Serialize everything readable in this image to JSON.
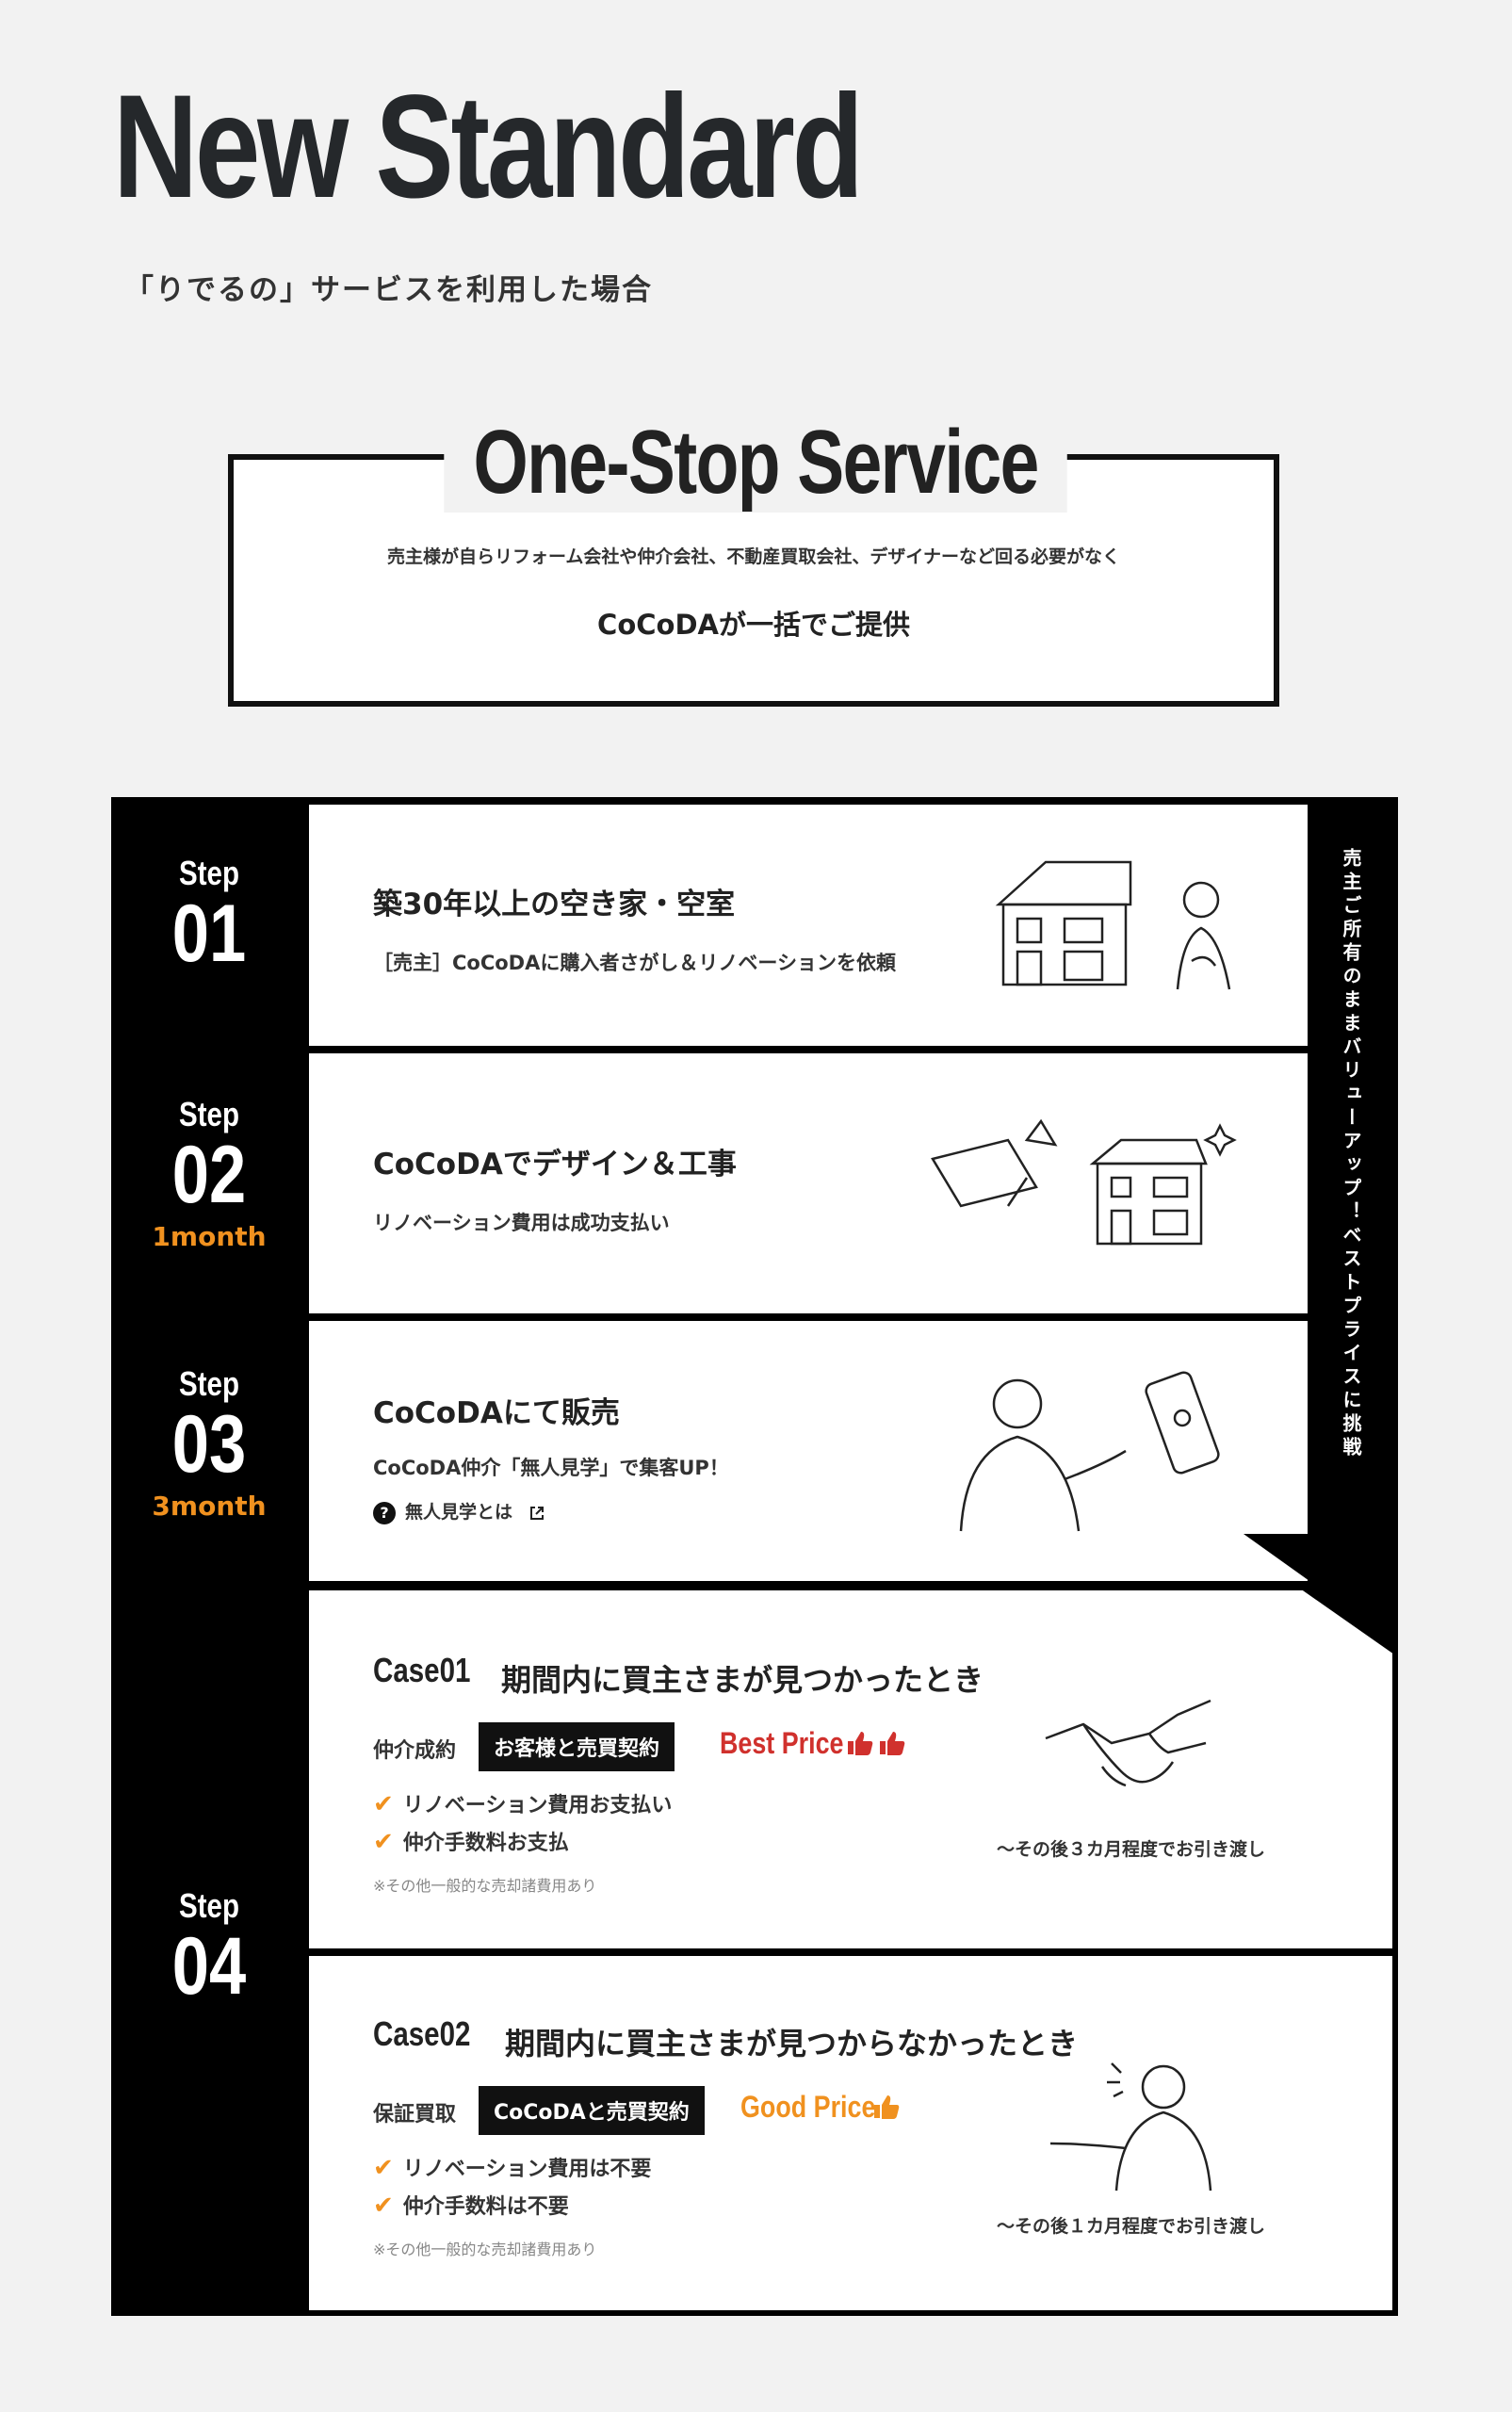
{
  "header": {
    "headline": "New Standard",
    "subtitle": "「りでるの」サービスを利用した場合"
  },
  "one_stop": {
    "title": "One-Stop Service",
    "line1": "売主様が自らリフォーム会社や仲介会社、不動産買取会社、デザイナーなど回る必要がなく",
    "line2": "CoCoDAが一括でご提供"
  },
  "side_text": "売主ご所有のままバリューアップ！ベストプライスに挑戦",
  "steps": [
    {
      "label": "Step",
      "number": "01",
      "duration": "",
      "title": "築30年以上の空き家・空室",
      "desc": "［売主］CoCoDAに購入者さがし＆リノベーションを依頼"
    },
    {
      "label": "Step",
      "number": "02",
      "duration": "1month",
      "title": "CoCoDAでデザイン＆工事",
      "desc": "リノベーション費用は成功支払い"
    },
    {
      "label": "Step",
      "number": "03",
      "duration": "3month",
      "title": "CoCoDAにて販売",
      "desc": "CoCoDA仲介「無人見学」で集客UP！",
      "link_label": "無人見学とは"
    },
    {
      "label": "Step",
      "number": "04",
      "duration": ""
    }
  ],
  "cases": [
    {
      "head": "Case01",
      "title": "期間内に買主さまが見つかったとき",
      "label": "仲介成約",
      "tag": "お客様と売買契約",
      "price": "Best Price",
      "checks": [
        "リノベーション費用お支払い",
        "仲介手数料お支払"
      ],
      "note": "※その他一般的な売却諸費用あり",
      "handover": "〜その後３カ月程度でお引き渡し"
    },
    {
      "head": "Case02",
      "title": "期間内に買主さまが見つからなかったとき",
      "label": "保証買取",
      "tag": "CoCoDAと売買契約",
      "price": "Good Price",
      "checks": [
        "リノベーション費用は不要",
        "仲介手数料は不要"
      ],
      "note": "※その他一般的な売却諸費用あり",
      "handover": "〜その後１カ月程度でお引き渡し"
    }
  ],
  "colors": {
    "accent_orange": "#f0911f",
    "best_price_red": "#d0312d",
    "good_price_orange": "#f0911f",
    "frame_black": "#000000",
    "background": "#f2f2f2"
  },
  "icons": {
    "check": "check-icon",
    "thumbs": "thumbs-up-icon",
    "question": "question-icon",
    "external": "external-link-icon"
  }
}
